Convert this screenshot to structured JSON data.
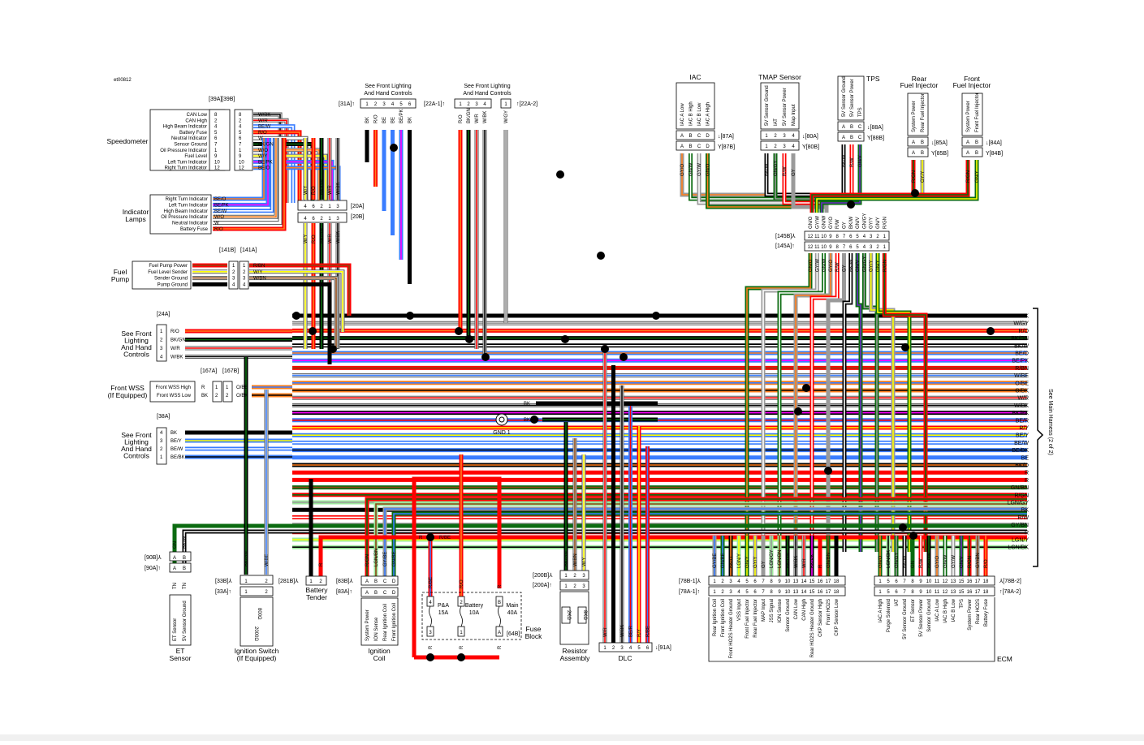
{
  "figure_id": "et00812",
  "speedometer": {
    "name": "Speedometer",
    "conn_a": "[39A]",
    "conn_b": "[39B]",
    "pins": [
      {
        "label": "CAN Low",
        "pin": "8",
        "wire": "W/BK"
      },
      {
        "label": "CAN High",
        "pin": "2",
        "wire": "W/R"
      },
      {
        "label": "High Beam Indicator",
        "pin": "4",
        "wire": "BE/W"
      },
      {
        "label": "Battery Fuse",
        "pin": "5",
        "wire": "R/O"
      },
      {
        "label": "Neutral Indicator",
        "pin": "6",
        "wire": "W"
      },
      {
        "label": "Sensor Ground",
        "pin": "7",
        "wire": "BK/GN"
      },
      {
        "label": "Oil Pressure Indicator",
        "pin": "1",
        "wire": "W/O"
      },
      {
        "label": "Fuel Level",
        "pin": "9",
        "wire": "W/Y"
      },
      {
        "label": "Left Turn Indicator",
        "pin": "10",
        "wire": "BE/PK"
      },
      {
        "label": "Right Turn Indicator",
        "pin": "12",
        "wire": "BE/O"
      }
    ]
  },
  "indicator_lamps": {
    "name": "Indicator Lamps",
    "pins": [
      {
        "label": "Right Turn Indicator",
        "wire": "BE/O"
      },
      {
        "label": "Left Turn Indicator",
        "wire": "BE/PK"
      },
      {
        "label": "High Beam Indicator",
        "wire": "BE/W"
      },
      {
        "label": "Oil Pressure Indicator",
        "wire": "W/O"
      },
      {
        "label": "Neutral Indicator",
        "wire": "W"
      },
      {
        "label": "Battery Fuse",
        "wire": "R/O"
      }
    ]
  },
  "conn_20": {
    "a": "[20A]",
    "b": "[20B]",
    "pins": [
      "4",
      "6",
      "2",
      "1",
      "3"
    ],
    "wires": [
      "W/Y",
      "R/O",
      "BK/GN",
      "W/R",
      "W/BK"
    ]
  },
  "fuel_pump": {
    "name": "Fuel Pump",
    "conn_b": "[141B]",
    "conn_a": "[141A]",
    "pins": [
      {
        "label": "Fuel Pump Power",
        "pin": "1",
        "wire": "R/BN"
      },
      {
        "label": "Fuel Level Sender",
        "pin": "2",
        "wire": "W/Y"
      },
      {
        "label": "Sender Ground",
        "pin": "3",
        "wire": "W/BN"
      },
      {
        "label": "Pump Ground",
        "pin": "4",
        "wire": "BK"
      }
    ]
  },
  "front_lighting_24": {
    "name": "See Front Lighting And Hand Controls",
    "conn": "[24A]",
    "pins": [
      {
        "pin": "1",
        "wire": "R/O"
      },
      {
        "pin": "2",
        "wire": "BK/GN"
      },
      {
        "pin": "3",
        "wire": "W/R"
      },
      {
        "pin": "4",
        "wire": "W/BK"
      }
    ]
  },
  "front_wss": {
    "name": "Front WSS",
    "note": "(If Equipped)",
    "conn_a": "[167A]",
    "conn_b": "[167B]",
    "pins": [
      {
        "label": "Front WSS High",
        "wire_in": "R",
        "pin": "1",
        "wire_out": "O/BE"
      },
      {
        "label": "Front WSS Low",
        "wire_in": "BK",
        "pin": "2",
        "wire_out": "O/BK"
      }
    ]
  },
  "front_lighting_38": {
    "name": "See Front Lighting And Hand Controls",
    "conn": "[38A]",
    "pins": [
      {
        "pin": "4",
        "wire": "BK"
      },
      {
        "pin": "3",
        "wire": "BE/Y"
      },
      {
        "pin": "2",
        "wire": "BE/W"
      },
      {
        "pin": "1",
        "wire": "BE/BK"
      }
    ]
  },
  "front_lighting_31": {
    "title": "See Front Lighting And Hand Controls",
    "conn": "[31A]",
    "pins": [
      "1",
      "2",
      "3",
      "4",
      "5",
      "6"
    ],
    "wires": [
      "BK",
      "R/O",
      "BE",
      "BE",
      "BE/PK",
      "BK"
    ]
  },
  "front_lighting_22": {
    "title": "See Front Lighting And Hand Controls",
    "conn": "[22A-1]",
    "pins": [
      "1",
      "2",
      "3",
      "4"
    ],
    "wires": [
      "R/O",
      "BK/GN",
      "W/R",
      "W/BK"
    ],
    "conn2": "[22A-2]",
    "conn2_pin": "1",
    "conn2_wire": "W/GY"
  },
  "gnd1": {
    "label": "GND 1",
    "wires": [
      "BK",
      "BK/GN"
    ]
  },
  "iac": {
    "name": "IAC",
    "conn_a": "[87A]",
    "conn_b": "[87B]",
    "pins": [
      {
        "label": "IAC A Low",
        "pin": "A",
        "wire": "GY/O"
      },
      {
        "label": "IAC B High",
        "pin": "B",
        "wire": "GN/W"
      },
      {
        "label": "IAC B Low",
        "pin": "C",
        "wire": "GY/W"
      },
      {
        "label": "IAC A High",
        "pin": "D",
        "wire": "GN/O"
      }
    ]
  },
  "tmap": {
    "name": "TMAP Sensor",
    "conn_a": "[80A]",
    "conn_b": "[80B]",
    "pins": [
      {
        "label": "5V Sensor Ground",
        "pin": "1",
        "wire": "BK/W"
      },
      {
        "label": "IAT",
        "pin": "2",
        "wire": "GN/GY"
      },
      {
        "label": "5V Sensor Power",
        "pin": "3",
        "wire": "R/W"
      },
      {
        "label": "Map Input",
        "pin": "4",
        "wire": "GY"
      }
    ]
  },
  "tps": {
    "name": "TPS",
    "conn_a": "[88A]",
    "conn_b": "[88B]",
    "pins": [
      {
        "label": "5V Sensor Ground",
        "pin": "A",
        "wire": "BK/W"
      },
      {
        "label": "5V Sensor Power",
        "pin": "B",
        "wire": "R/W"
      },
      {
        "label": "TPS",
        "pin": "C",
        "wire": "GN/V"
      }
    ]
  },
  "rear_injector": {
    "name": "Rear Fuel Injector",
    "conn_a": "[85A]",
    "conn_b": "[85B]",
    "pins": [
      {
        "label": "System Power",
        "pin": "A",
        "wire": "R/GN"
      },
      {
        "label": "Rear Fuel Injector",
        "pin": "B",
        "wire": "GY/Y"
      }
    ]
  },
  "front_injector": {
    "name": "Front Fuel Injector",
    "conn_a": "[84A]",
    "conn_b": "[84B]",
    "pins": [
      {
        "label": "System Power",
        "pin": "A",
        "wire": "R/GN"
      },
      {
        "label": "Front Fuel Injector",
        "pin": "B",
        "wire": "GN/Y"
      }
    ]
  },
  "conn_145": {
    "a": "[145A]",
    "b": "[145B]",
    "pins": [
      "12",
      "11",
      "10",
      "9",
      "8",
      "7",
      "6",
      "5",
      "4",
      "3",
      "2",
      "1"
    ],
    "wires": [
      "GN/O",
      "GY/W",
      "GN/W",
      "GY/O",
      "R/W",
      "GY",
      "BK/W",
      "GN/V",
      "GN/GY",
      "GY/Y",
      "GN/Y",
      "R/GN"
    ]
  },
  "main_harness": {
    "label": "See Main Harness (2 of 2)",
    "wires": [
      "BK",
      "W/GY",
      "R/O",
      "BK/GN",
      "BK/W",
      "BE/O",
      "BE/PK",
      "R/BN",
      "W/BE",
      "O/BE",
      "O/BK",
      "W/R",
      "W/BK",
      "BK/PK",
      "BE/R",
      "R/Y",
      "BE/Y",
      "BE/W",
      "BE/BK",
      "BE",
      "BK/O",
      "R",
      "R",
      "GN/BN",
      "R/GN",
      "LGN/GY",
      "BK",
      "R/W",
      "GY/BN",
      "R",
      "LGN/Y",
      "LGN/BK"
    ]
  },
  "et_sensor": {
    "name": "ET Sensor",
    "conn_b": "[90B]",
    "conn_a": "[90A]",
    "pins": [
      {
        "label": "ET Sensor",
        "pin": "A",
        "wire": "GN",
        "wire_in": "TN"
      },
      {
        "label": "5V Sensor Ground",
        "pin": "B",
        "wire": "BK/W",
        "wire_in": "TN"
      }
    ]
  },
  "ignition_switch": {
    "name": "Ignition Switch",
    "note": "(If Equipped)",
    "conn_b": "[33B]",
    "conn_a": "[33A]",
    "pins": [
      {
        "pin": "1",
        "wire": "BK/GN"
      },
      {
        "pin": "2",
        "wire": "W/BE"
      }
    ],
    "resistors": [
      "800Ω",
      "2000Ω"
    ]
  },
  "battery_tender": {
    "name": "Battery Tender",
    "conn": "[281B]",
    "pins": [
      {
        "pin": "1",
        "wire": "BK"
      },
      {
        "pin": "2",
        "wire": "R"
      }
    ]
  },
  "ignition_coil": {
    "name": "Ignition Coil",
    "conn_b": "[83B]",
    "conn_a": "[83A]",
    "pins": [
      {
        "label": "System Power",
        "pin": "A",
        "wire": "R/GN"
      },
      {
        "label": "ION Sense",
        "pin": "B",
        "wire": "LGN/BN"
      },
      {
        "label": "Rear Ignition Coil",
        "pin": "C",
        "wire": "GY/BE"
      },
      {
        "label": "Front Ignition Coil",
        "pin": "D",
        "wire": "GN/BE"
      }
    ]
  },
  "fuse_block": {
    "name": "Fuse Block",
    "conn": "[64B]",
    "top_wires": {
      "r": "R",
      "rbe": "R/BE"
    },
    "fuses": [
      {
        "name": "P&A",
        "rating": "15A",
        "pin_top": "4",
        "pin_bottom": "3",
        "wire_top": "R/BE",
        "wire_bottom": "R"
      },
      {
        "name": "Battery",
        "rating": "10A",
        "pin_top": "2",
        "pin_bottom": "1",
        "wire_top": "R/O",
        "wire_bottom": "R"
      },
      {
        "name": "Main",
        "rating": "40A",
        "pin_top": "B",
        "pin_bottom": "A",
        "wire_top": "R",
        "wire_bottom": "R"
      }
    ]
  },
  "resistor_assembly": {
    "name": "Resistor Assembly",
    "conn_b": "[200B]",
    "conn_a": "[200A]",
    "pins": [
      {
        "pin": "1",
        "wire": "BK/GN"
      },
      {
        "pin": "2",
        "wire": "W/BN"
      },
      {
        "pin": "3",
        "wire": "W/Y"
      }
    ],
    "resistors": [
      "2KΩ",
      "8KΩ"
    ]
  },
  "dlc": {
    "name": "DLC",
    "conn": "[91A]",
    "pins": [
      {
        "pin": "1",
        "wire": "W/R"
      },
      {
        "pin": "2",
        "wire": "BK"
      },
      {
        "pin": "3",
        "wire": "W/BK"
      },
      {
        "pin": "4",
        "wire": "BE/R"
      },
      {
        "pin": "5",
        "wire": "R/Y"
      },
      {
        "pin": "6",
        "wire": "R/BE"
      }
    ]
  },
  "ecm": {
    "name": "ECM",
    "conn1_b": "[78B-1]",
    "conn1_a": "[78A-1]",
    "conn2_b": "[78B-2]",
    "conn2_a": "[78A-2]",
    "pins1": [
      {
        "pin": "1",
        "wire": "GY/BE",
        "label": "Rear Ignition Coil"
      },
      {
        "pin": "2",
        "wire": "GN/BE",
        "label": "Front Ignition Coil"
      },
      {
        "pin": "3",
        "wire": "BK/O",
        "label": "Front HO2S Heater Ground"
      },
      {
        "pin": "4",
        "wire": "LGN/Y",
        "label": "VSS Input"
      },
      {
        "pin": "5",
        "wire": "GN/Y",
        "label": "Front Fuel Injector"
      },
      {
        "pin": "6",
        "wire": "GY/Y",
        "label": "Rear Fuel Injector"
      },
      {
        "pin": "7",
        "wire": "GY",
        "label": "MAP Input"
      },
      {
        "pin": "8",
        "wire": "LGN/GY",
        "label": "JSS Signal"
      },
      {
        "pin": "9",
        "wire": "LGN/BN",
        "label": "ION Sense"
      },
      {
        "pin": "10",
        "wire": "BK/GN",
        "label": "Sensor Ground"
      },
      {
        "pin": "13",
        "wire": "W/BK",
        "label": "CAN Low"
      },
      {
        "pin": "14",
        "wire": "W/R",
        "label": "CAN High"
      },
      {
        "pin": "15",
        "wire": "BK/PK",
        "label": "Rear HO2S Heater Ground"
      },
      {
        "pin": "16",
        "wire": "R",
        "label": "CKP Sensor High"
      },
      {
        "pin": "17",
        "wire": "GN/BN",
        "label": "Front HO2S"
      },
      {
        "pin": "18",
        "wire": "BK",
        "label": "CKP Sensor Low"
      }
    ],
    "pins2": [
      {
        "pin": "1",
        "wire": "GN/O",
        "label": "IAC A High"
      },
      {
        "pin": "5",
        "wire": "LGN/BK",
        "label": "Purge Solenoid"
      },
      {
        "pin": "6",
        "wire": "GN/GY",
        "label": "IAT"
      },
      {
        "pin": "7",
        "wire": "BK/W",
        "label": "5V Sensor Ground"
      },
      {
        "pin": "8",
        "wire": "GN",
        "label": "ET Sensor"
      },
      {
        "pin": "9",
        "wire": "R/W",
        "label": "5V Sensor Power"
      },
      {
        "pin": "10",
        "wire": "BK/GN",
        "label": "Sensor Ground"
      },
      {
        "pin": "11",
        "wire": "GY/O",
        "label": "IAC A Low"
      },
      {
        "pin": "12",
        "wire": "GN/W",
        "label": "IAC B High"
      },
      {
        "pin": "13",
        "wire": "GY/W",
        "label": "IAC B Low"
      },
      {
        "pin": "15",
        "wire": "GN/V",
        "label": "TPS"
      },
      {
        "pin": "16",
        "wire": "R/GN",
        "label": "System Power"
      },
      {
        "pin": "17",
        "wire": "GY/BN",
        "label": "Rear HO2S"
      },
      {
        "pin": "18",
        "wire": "R/O",
        "label": "Battery Fuse"
      }
    ]
  },
  "colors": {
    "BK": "#000000",
    "W": "#ffffff",
    "R": "#ff0000",
    "O": "#ff7f1e",
    "Y": "#ffff00",
    "GN": "#0b6b10",
    "BE": "#3a7dff",
    "PK": "#ff00ff",
    "GY": "#9a9a9a",
    "BN": "#8b4513",
    "V": "#6a2bc4",
    "TN": "#e8c19a",
    "LGN": "#9de89d",
    "DBE": "#123a9a"
  }
}
